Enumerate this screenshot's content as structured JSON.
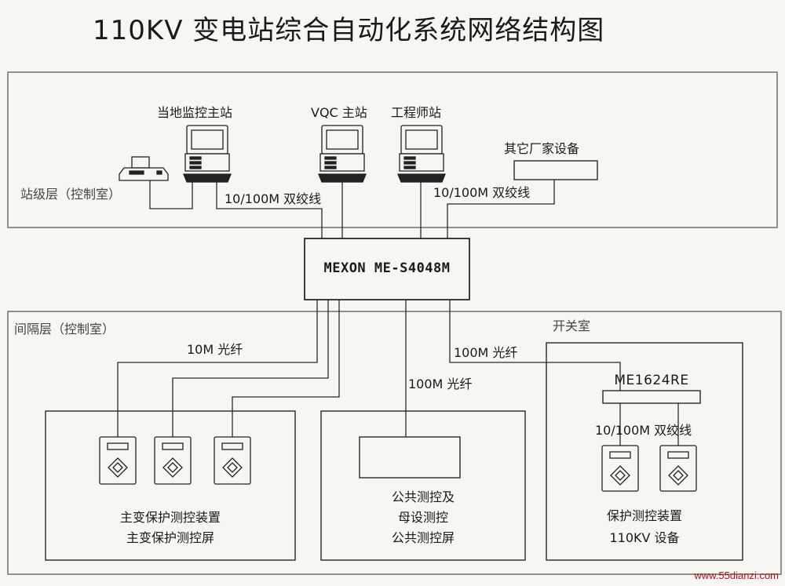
{
  "title": "110KV 变电站综合自动化系统网络结构图",
  "zones": {
    "station": "站级层（控制室）",
    "bay": "间隔层（控制室）",
    "switchroom": "开关室"
  },
  "stations": {
    "local": "当地监控主站",
    "vqc": "VQC 主站",
    "engineer": "工程师站",
    "other": "其它厂家设备"
  },
  "links": {
    "twisted_left": "10/100M 双绞线",
    "twisted_right": "10/100M 双绞线",
    "fiber_10m": "10M 光纤",
    "fiber_100m_center": "100M 光纤",
    "fiber_100m_right": "100M 光纤",
    "twisted_switchroom": "10/100M 双绞线"
  },
  "switches": {
    "main": "MEXON ME-S4048M",
    "sub": "ME1624RE"
  },
  "panels": {
    "left_line1": "主变保护测控装置",
    "left_line2": "主变保护测控屏",
    "mid_line1": "公共测控及",
    "mid_line2": "母设测控",
    "mid_line3": "公共测控屏",
    "right_line1": "保护测控装置",
    "right_line2": "110KV 设备"
  },
  "watermark": "www.55dianzi.com"
}
